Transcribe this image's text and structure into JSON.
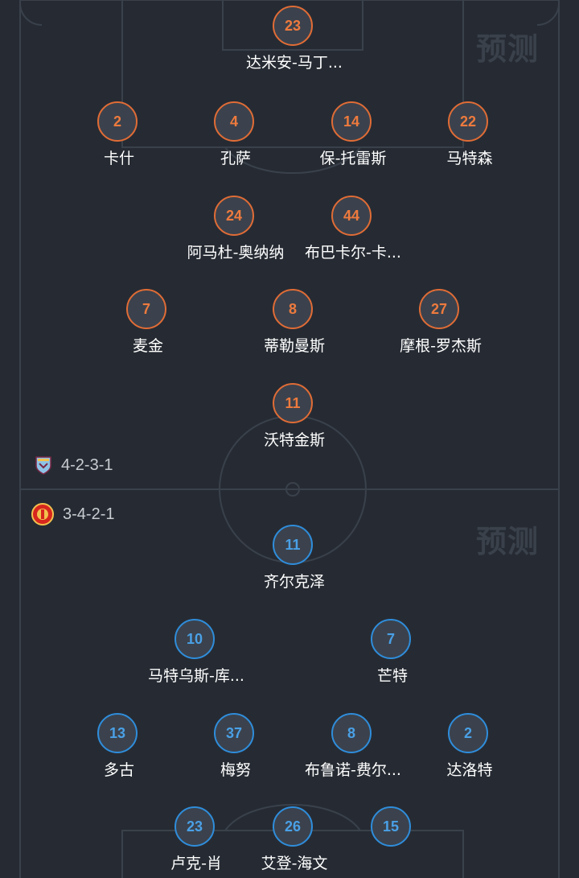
{
  "watermark_text": "预测",
  "home": {
    "formation": "4-2-3-1",
    "color": "#e06c36",
    "badge_icon": "aston-villa-crest-icon",
    "players": [
      {
        "number": "23",
        "name": "达米安-马丁..."
      },
      {
        "number": "2",
        "name": "卡什"
      },
      {
        "number": "4",
        "name": "孔萨"
      },
      {
        "number": "14",
        "name": "保-托雷斯"
      },
      {
        "number": "22",
        "name": "马特森"
      },
      {
        "number": "24",
        "name": "阿马杜-奥纳纳"
      },
      {
        "number": "44",
        "name": "布巴卡尔-卡..."
      },
      {
        "number": "7",
        "name": "麦金"
      },
      {
        "number": "8",
        "name": "蒂勒曼斯"
      },
      {
        "number": "27",
        "name": "摩根-罗杰斯"
      },
      {
        "number": "11",
        "name": "沃特金斯"
      }
    ]
  },
  "away": {
    "formation": "3-4-2-1",
    "color": "#2f8ddb",
    "badge_icon": "manchester-united-crest-icon",
    "players": [
      {
        "number": "11",
        "name": "齐尔克泽"
      },
      {
        "number": "10",
        "name": "马特乌斯-库..."
      },
      {
        "number": "7",
        "name": "芒特"
      },
      {
        "number": "13",
        "name": "多古"
      },
      {
        "number": "37",
        "name": "梅努"
      },
      {
        "number": "8",
        "name": "布鲁诺-费尔..."
      },
      {
        "number": "2",
        "name": "达洛特"
      },
      {
        "number": "23",
        "name": "卢克-肖"
      },
      {
        "number": "26",
        "name": "艾登-海文"
      },
      {
        "number": "15",
        "name": ""
      }
    ]
  }
}
